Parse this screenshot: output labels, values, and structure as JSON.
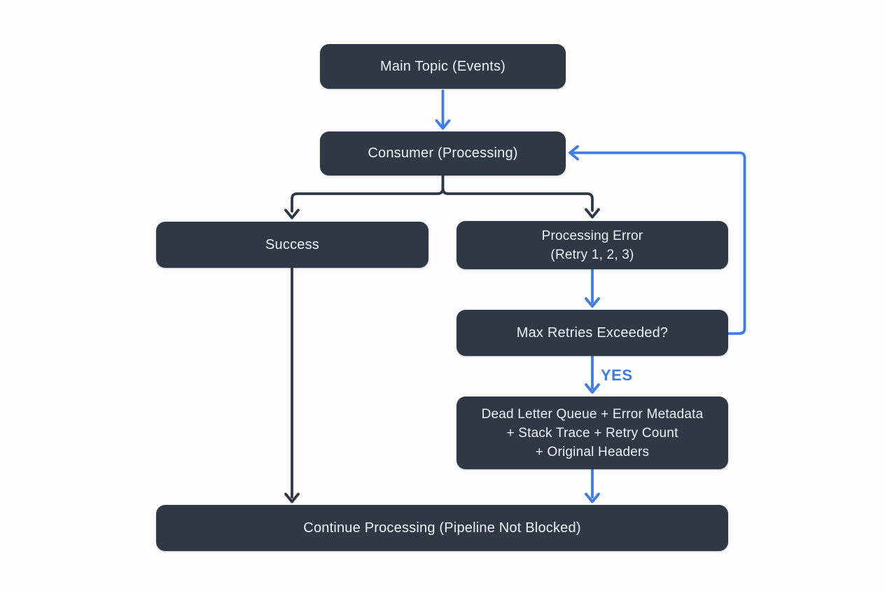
{
  "colors": {
    "page_bg": "#fdfdfd",
    "node_fill": "#2f3946",
    "node_text": "#eef1f5",
    "edge_dark": "#2d3745",
    "edge_blue": "#3e7ce8",
    "label_blue": "#3e7ce8"
  },
  "nodes": {
    "main_topic": {
      "label": "Main Topic (Events)"
    },
    "consumer": {
      "label": "Consumer (Processing)"
    },
    "success": {
      "label": "Success"
    },
    "processing_error": {
      "lines": [
        "Processing Error",
        "(Retry 1, 2, 3)"
      ]
    },
    "max_retries": {
      "label": "Max Retries Exceeded?"
    },
    "dead_letter": {
      "lines": [
        "Dead Letter Queue + Error Metadata",
        "+ Stack Trace + Retry Count",
        "+ Original Headers"
      ]
    },
    "continue_processing": {
      "label": "Continue Processing (Pipeline Not Blocked)"
    }
  },
  "edges": {
    "yes_label": "YES"
  }
}
